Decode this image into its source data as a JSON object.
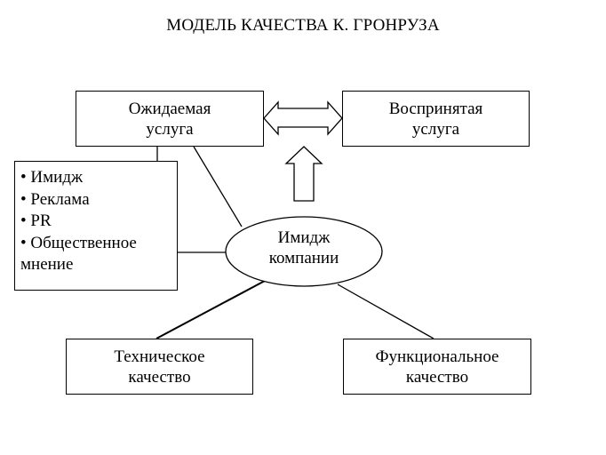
{
  "title": "МОДЕЛЬ КАЧЕСТВА К. ГРОНРУЗА",
  "nodes": {
    "expected": [
      "Ожидаемая",
      "услуга"
    ],
    "perceived": [
      "Воспринятая",
      "услуга"
    ],
    "image": [
      "Имидж",
      "компании"
    ],
    "technical": [
      "Техническое",
      "качество"
    ],
    "functional": [
      "Функциональное",
      "качество"
    ]
  },
  "factors": [
    "• Имидж",
    "• Реклама",
    "• PR",
    "• Общественное",
    "мнение"
  ]
}
